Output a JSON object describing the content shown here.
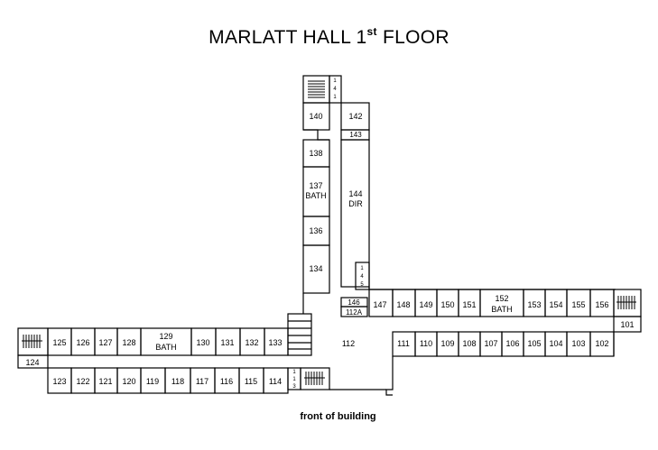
{
  "title": {
    "main": "MARLATT HALL 1",
    "sup": "st",
    "tail": " FLOOR"
  },
  "footer": {
    "label": "front of building"
  },
  "corridor_label": "112",
  "rooms": {
    "r141": "141",
    "r140": "140",
    "r142": "142",
    "r143": "143",
    "r138": "138",
    "r137": "137",
    "r137b": "BATH",
    "r144": "144",
    "r144b": "DIR",
    "r136": "136",
    "r134": "134",
    "r145": "145",
    "r146": "146",
    "r112a": "112A",
    "r147": "147",
    "r148": "148",
    "r149": "149",
    "r150": "150",
    "r151": "151",
    "r152": "152",
    "r152b": "BATH",
    "r153": "153",
    "r154": "154",
    "r155": "155",
    "r156": "156",
    "r101": "101",
    "r125": "125",
    "r126": "126",
    "r127": "127",
    "r128": "128",
    "r129": "129",
    "r129b": "BATH",
    "r130": "130",
    "r131": "131",
    "r132": "132",
    "r133": "133",
    "r124": "124",
    "r111": "111",
    "r110": "110",
    "r109": "109",
    "r108": "108",
    "r107": "107",
    "r106": "106",
    "r105": "105",
    "r104": "104",
    "r103": "103",
    "r102": "102",
    "r123": "123",
    "r122": "122",
    "r121": "121",
    "r120": "120",
    "r119": "119",
    "r118": "118",
    "r117": "117",
    "r116": "116",
    "r115": "115",
    "r114": "114",
    "r113": "113"
  }
}
